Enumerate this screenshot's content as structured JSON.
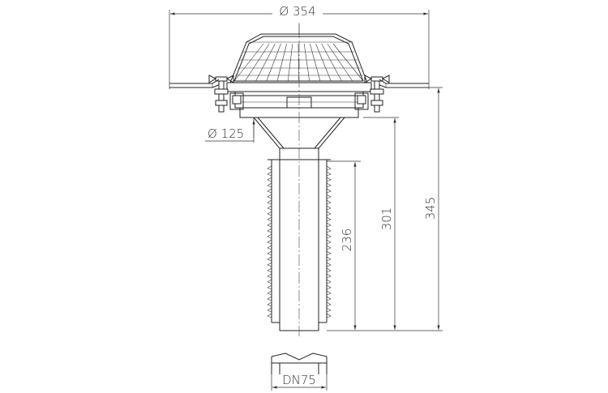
{
  "dimensions": {
    "overall_diameter": "Ø 354",
    "outlet_diameter": "Ø 125",
    "height_total": "345",
    "height_pipe_top": "301",
    "height_ribbed": "236",
    "pipe_nominal": "DN75"
  }
}
